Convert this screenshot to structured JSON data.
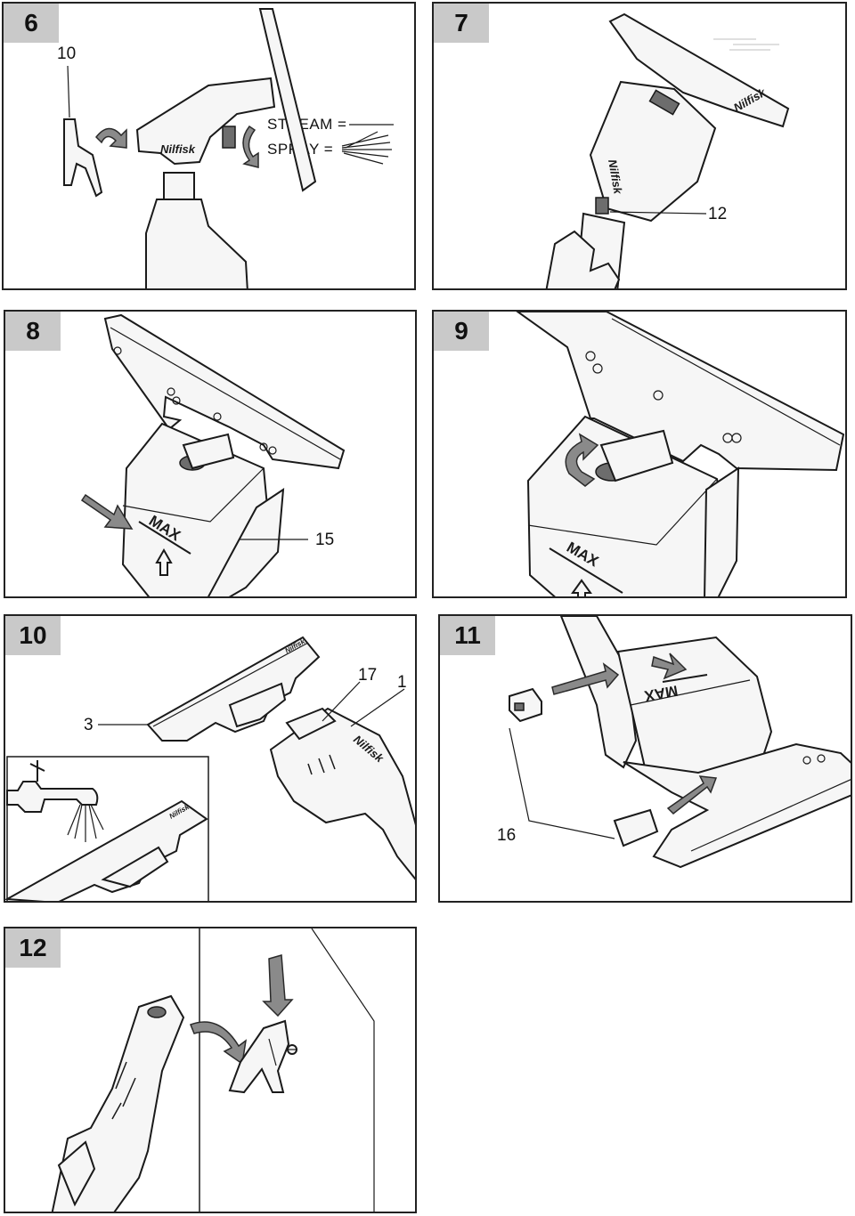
{
  "steps": [
    {
      "number": "6",
      "callouts": [
        "10"
      ],
      "legend": {
        "stream": "STREAM =",
        "spray": "SPRAY ="
      },
      "brand": "Nilfisk"
    },
    {
      "number": "7",
      "callouts": [
        "12"
      ],
      "brand": "Nilfisk"
    },
    {
      "number": "8",
      "callouts": [
        "15"
      ],
      "tank_label": "MAX"
    },
    {
      "number": "9",
      "callouts": [],
      "tank_label": "MAX"
    },
    {
      "number": "10",
      "callouts": [
        "17",
        "1",
        "3"
      ],
      "brand": "Nilfisk"
    },
    {
      "number": "11",
      "callouts": [
        "16"
      ],
      "tank_label": "MAX"
    },
    {
      "number": "12",
      "callouts": []
    }
  ]
}
